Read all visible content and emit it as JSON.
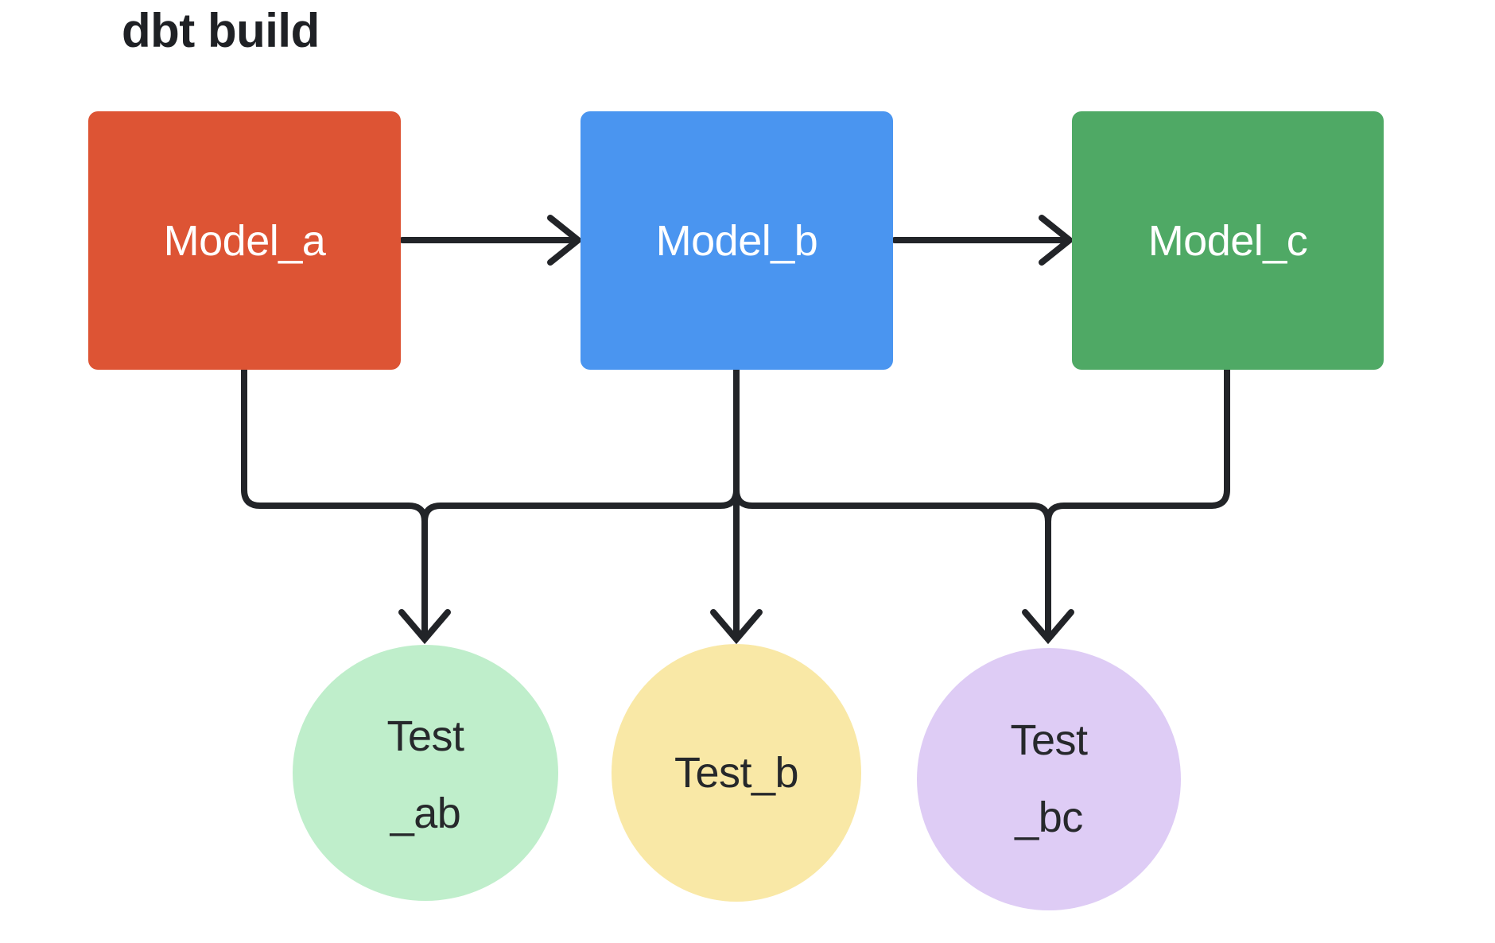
{
  "title": "dbt build",
  "colors": {
    "background": "#ffffff",
    "line": "#222428",
    "title_text": "#1f2125"
  },
  "models": [
    {
      "id": "model_a",
      "label": "Model_a",
      "fill": "#dd5434",
      "text_color": "#ffffff"
    },
    {
      "id": "model_b",
      "label": "Model_b",
      "fill": "#4a95f0",
      "text_color": "#ffffff"
    },
    {
      "id": "model_c",
      "label": "Model_c",
      "fill": "#4fa965",
      "text_color": "#ffffff"
    }
  ],
  "tests": [
    {
      "id": "test_ab",
      "line1": "Test",
      "line2": "_ab",
      "fill": "#bfeecb",
      "text_color": "#26282b"
    },
    {
      "id": "test_b",
      "line1": "Test_b",
      "line2": "",
      "fill": "#f9e8a6",
      "text_color": "#26282b"
    },
    {
      "id": "test_bc",
      "line1": "Test",
      "line2": "_bc",
      "fill": "#deccf5",
      "text_color": "#26282b"
    }
  ],
  "edges": [
    {
      "from": "model_a",
      "to": "model_b"
    },
    {
      "from": "model_b",
      "to": "model_c"
    },
    {
      "from": "model_a",
      "to": "test_ab"
    },
    {
      "from": "model_b",
      "to": "test_ab"
    },
    {
      "from": "model_b",
      "to": "test_b"
    },
    {
      "from": "model_b",
      "to": "test_bc"
    },
    {
      "from": "model_c",
      "to": "test_bc"
    }
  ]
}
